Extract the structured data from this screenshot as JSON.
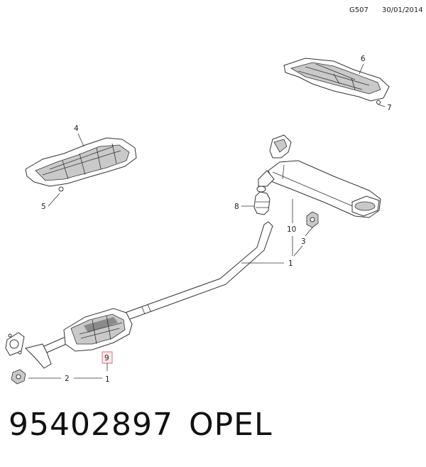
{
  "header": {
    "diagram_code": "G507",
    "date": "30/01/2014"
  },
  "footer": {
    "part_number": "95402897",
    "brand": "OPEL"
  },
  "callouts": {
    "c1a": "1",
    "c1b": "1",
    "c2": "2",
    "c3": "3",
    "c4": "4",
    "c5": "5",
    "c6": "6",
    "c7": "7",
    "c8": "8",
    "c9": "9",
    "c10": "10"
  },
  "highlight_color": "#e06070"
}
